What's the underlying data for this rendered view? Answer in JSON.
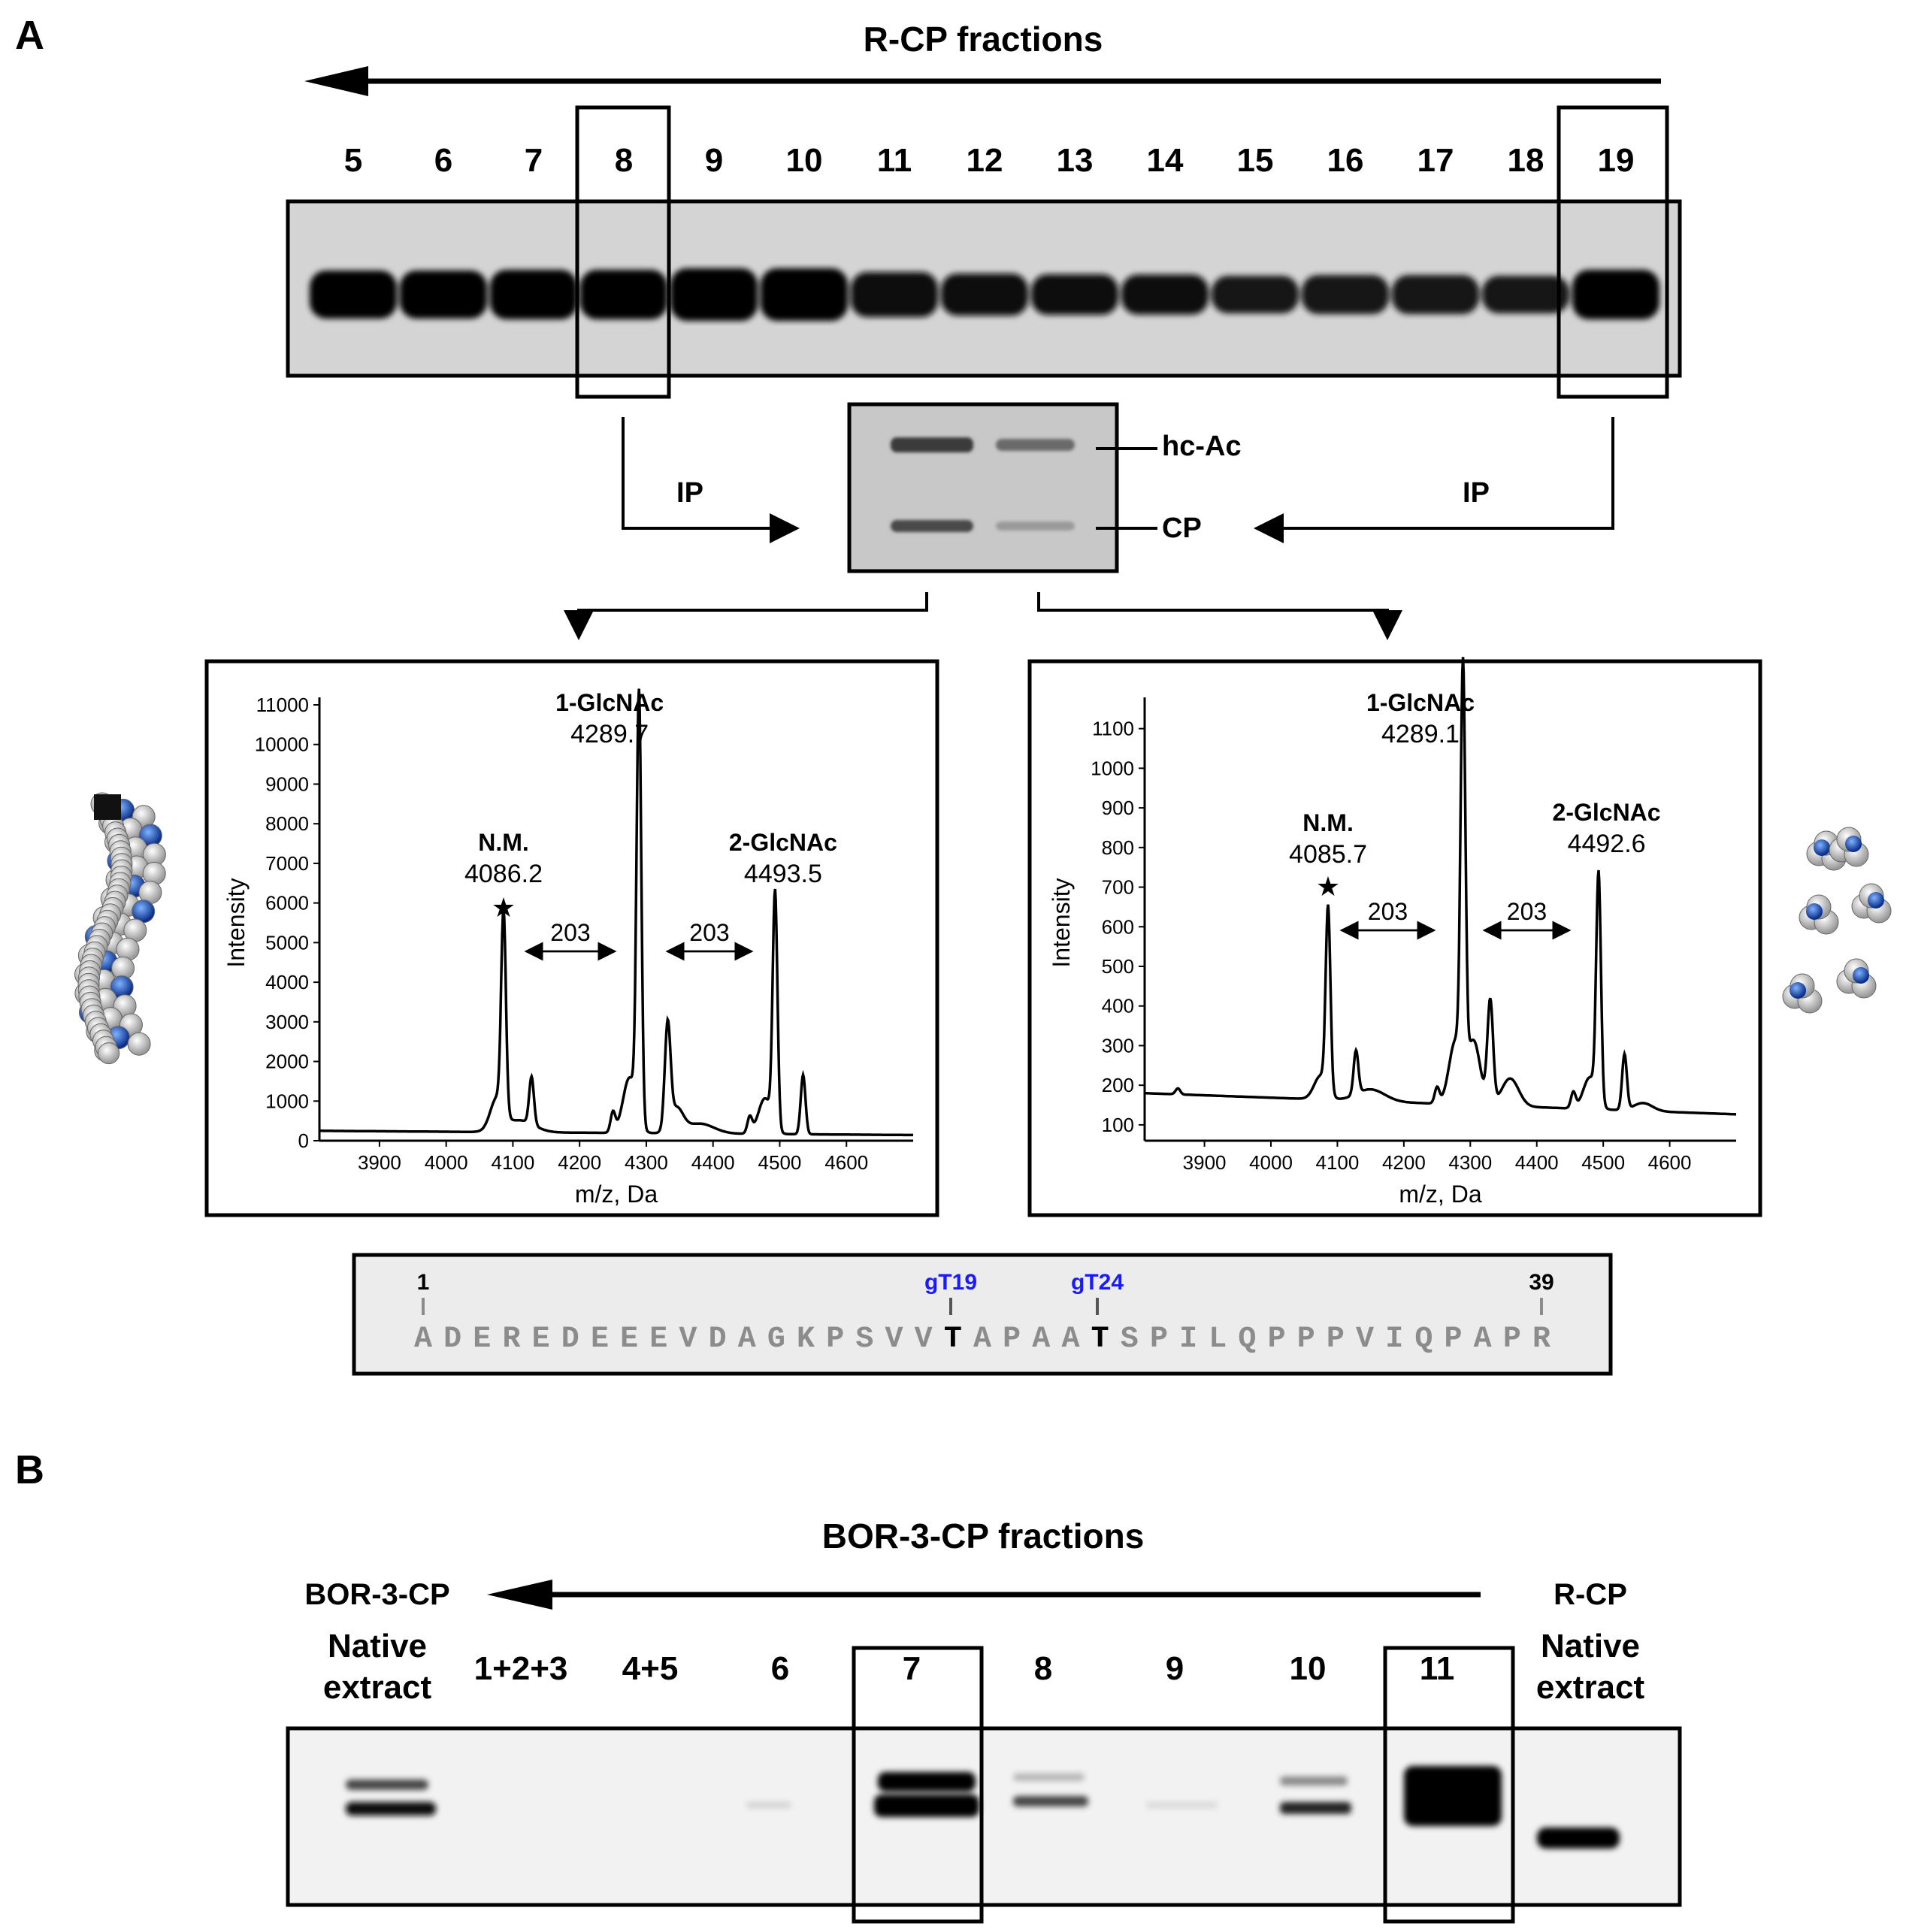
{
  "panel_a": {
    "label": "A",
    "title": "R-CP fractions",
    "lanes": [
      "5",
      "6",
      "7",
      "8",
      "9",
      "10",
      "11",
      "12",
      "13",
      "14",
      "15",
      "16",
      "17",
      "18",
      "19"
    ],
    "band_strength": [
      0.85,
      0.85,
      0.9,
      0.9,
      1.0,
      1.0,
      0.75,
      0.65,
      0.6,
      0.58,
      0.5,
      0.55,
      0.55,
      0.5,
      0.9
    ],
    "boxed_lanes": [
      "8",
      "19"
    ],
    "ip_left": "IP",
    "ip_right": "IP",
    "gel_labels": {
      "top": "hc-Ac",
      "bottom": "CP"
    },
    "spectrum_left": {
      "ylabel": "Intensity",
      "xlabel": "m/z, Da",
      "yticks": [
        "0",
        "1000",
        "2000",
        "3000",
        "4000",
        "5000",
        "6000",
        "7000",
        "8000",
        "9000",
        "10000",
        "11000"
      ],
      "xticks": [
        "3900",
        "4000",
        "4100",
        "4200",
        "4300",
        "4400",
        "4500",
        "4600"
      ],
      "peaks": [
        {
          "name": "N.M.",
          "mass": "4086.2"
        },
        {
          "name": "1-GlcNAc",
          "mass": "4289.7"
        },
        {
          "name": "2-GlcNAc",
          "mass": "4493.5"
        }
      ],
      "deltas": [
        "203",
        "203"
      ]
    },
    "spectrum_right": {
      "ylabel": "Intensity",
      "xlabel": "m/z, Da",
      "yticks": [
        "100",
        "200",
        "300",
        "400",
        "500",
        "600",
        "700",
        "800",
        "900",
        "1000",
        "1100"
      ],
      "xticks": [
        "3900",
        "4000",
        "4100",
        "4200",
        "4300",
        "4400",
        "4500",
        "4600"
      ],
      "peaks": [
        {
          "name": "N.M.",
          "mass": "4085.7"
        },
        {
          "name": "1-GlcNAc",
          "mass": "4289.1"
        },
        {
          "name": "2-GlcNAc",
          "mass": "4492.6"
        }
      ],
      "deltas": [
        "203",
        "203"
      ]
    },
    "sequence": {
      "start": "1",
      "end": "39",
      "site1": "gT19",
      "site2": "gT24",
      "residues": "ADEREDEEEVDAGKPSVVTAPAATSPILQPPPVIQPAPR"
    }
  },
  "panel_b": {
    "label": "B",
    "title": "BOR-3-CP fractions",
    "left_tag": "BOR-3-CP",
    "right_tag": "R-CP",
    "native_line1": "Native",
    "native_line2": "extract",
    "lanes": [
      "1+2+3",
      "4+5",
      "6",
      "7",
      "8",
      "9",
      "10",
      "11"
    ],
    "boxed_lanes": [
      "7",
      "11"
    ]
  },
  "colors": {
    "glycosite_blue": "#1a1aff",
    "sequence_gray": "#8c8c8c",
    "panel_gray": "#ececec"
  }
}
